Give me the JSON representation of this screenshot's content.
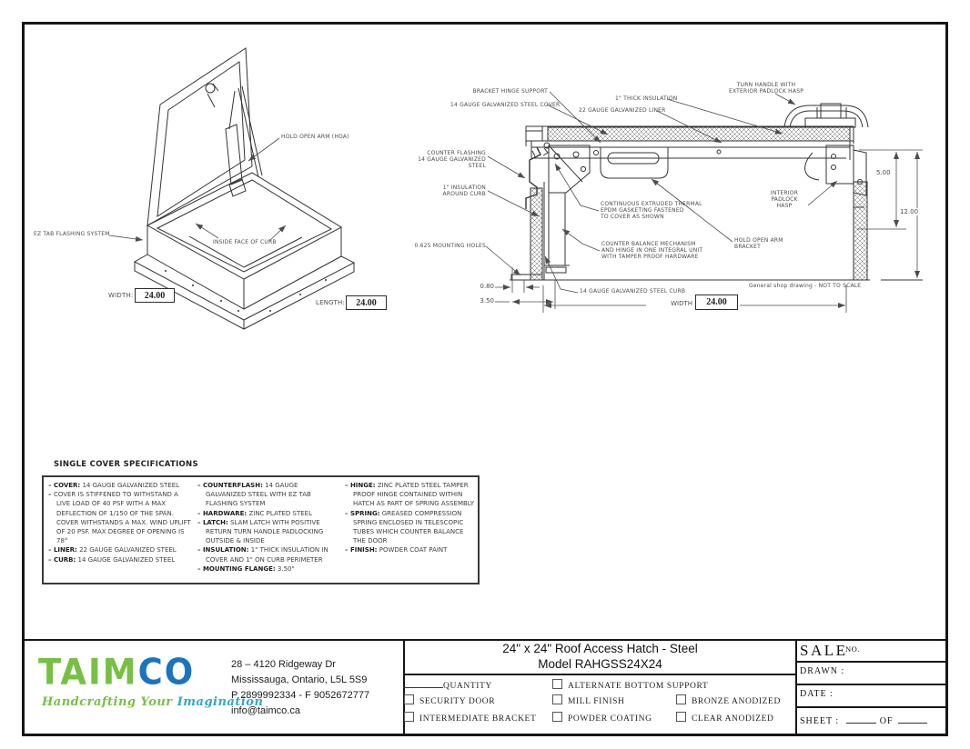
{
  "colors": {
    "logo_green": "#76C043",
    "logo_blue": "#1B75BC",
    "line": "#333333",
    "label": "#4c4c4c"
  },
  "iso": {
    "hold_open_arm": "HOLD OPEN ARM (HOA)",
    "ez_tab": "EZ TAB FLASHING SYSTEM",
    "inside_face": "INSIDE FACE OF CURB",
    "width_label": "WIDTH:",
    "width_value": "24.00",
    "length_label": "LENGTH:",
    "length_value": "24.00"
  },
  "section": {
    "bracket_hinge": "BRACKET HINGE SUPPORT",
    "cover": "14 GAUGE GALVANIZED STEEL COVER",
    "liner": "22 GAUGE GALVANIZED LINER",
    "thick_insulation": "1\" THICK INSULATION",
    "turn_handle": "TURN HANDLE WITH\nEXTERIOR PADLOCK HASP",
    "counter_flashing": "COUNTER FLASHING\n14 GAUGE GALVANIZED STEEL",
    "insulation_curb": "1\" INSULATION\nAROUND CURB",
    "mounting_holes": "0.625 MOUNTING HOLES",
    "epdm": "CONTINUOUS EXTRUDED THERMAL\nEPDM GASKETING FASTENED\nTO COVER AS SHOWN",
    "counter_balance": "COUNTER BALANCE MECHANISM\nAND HINGE IN ONE INTEGRAL UNIT\nWITH TAMPER PROOF HARDWARE",
    "hoa_bracket": "HOLD OPEN ARM\nBRACKET",
    "interior_padlock": "INTERIOR\nPADLOCK\nHASP",
    "curb": "14 GAUGE GALVANIZED STEEL CURB",
    "note": "General shop drawing - NOT TO SCALE",
    "dim_5": "5.00",
    "dim_12": "12.00",
    "dim_080": "0.80",
    "dim_350": "3.50",
    "width_label": "WIDTH",
    "width_value": "24.00"
  },
  "specs": {
    "title": "SINGLE COVER SPECIFICATIONS",
    "col1": [
      {
        "term": "COVER:",
        "desc": "14 GAUGE GALVANIZED STEEL"
      },
      {
        "term": "",
        "desc": "COVER IS STIFFENED TO WITHSTAND A LIVE LOAD OF 40 PSF WITH A MAX DEFLECTION OF 1/150 OF THE SPAN. COVER WITHSTANDS A MAX. WIND UPLIFT OF 20 PSF. MAX DEGREE OF OPENING IS 78°"
      },
      {
        "term": "LINER:",
        "desc": "22 GAUGE GALVANIZED STEEL"
      },
      {
        "term": "CURB:",
        "desc": "14 GAUGE GALVANIZED STEEL"
      }
    ],
    "col2": [
      {
        "term": "COUNTERFLASH:",
        "desc": "14 GAUGE GALVANIZED STEEL WITH EZ TAB FLASHING SYSTEM"
      },
      {
        "term": "HARDWARE:",
        "desc": "ZINC PLATED STEEL"
      },
      {
        "term": "LATCH:",
        "desc": "SLAM LATCH WITH POSITIVE RETURN TURN HANDLE PADLOCKING OUTSIDE & INSIDE"
      },
      {
        "term": "INSULATION:",
        "desc": "1\" THICK INSULATION IN COVER AND 1\" ON CURB PERIMETER"
      },
      {
        "term": "MOUNTING FLANGE:",
        "desc": "3.50\""
      }
    ],
    "col3": [
      {
        "term": "HINGE:",
        "desc": "ZINC PLATED STEEL TAMPER PROOF HINGE CONTAINED WITHIN HATCH AS PART OF SPRING ASSEMBLY"
      },
      {
        "term": "SPRING:",
        "desc": "GREASED COMPRESSION SPRING ENCLOSED IN TELESCOPIC TUBES WHICH COUNTER BALANCE THE DOOR"
      },
      {
        "term": "FINISH:",
        "desc": "POWDER COAT PAINT"
      }
    ]
  },
  "title_block": {
    "logo_green_text": "TAIM",
    "logo_blue_text": "CO",
    "tagline_green": "Handcrafting Your ",
    "tagline_blue": "Imagination",
    "address": [
      "28 – 4120 Ridgeway Dr",
      "Mississauga, Ontario, L5L 5S9",
      "P 2899992334 - F 9052672777",
      "info@taimco.ca"
    ],
    "title_line1": "24\" x 24\" Roof Access Hatch - Steel",
    "title_line2": "Model RAHGSS24X24",
    "quantity_label": "QUANTITY",
    "options": [
      {
        "label": "SECURITY DOOR"
      },
      {
        "label": "INTERMEDIATE BRACKET"
      },
      {
        "label": "ALTERNATE BOTTOM SUPPORT"
      },
      {
        "label": "MILL FINISH"
      },
      {
        "label": "POWDER COATING"
      },
      {
        "label": "BRONZE ANODIZED"
      },
      {
        "label": "CLEAR ANODIZED"
      }
    ],
    "sale_label": "SALE",
    "sale_no_label": "NO.",
    "drawn_label": "DRAWN :",
    "date_label": "DATE :",
    "sheet_label": "SHEET :",
    "of_label": "OF"
  }
}
